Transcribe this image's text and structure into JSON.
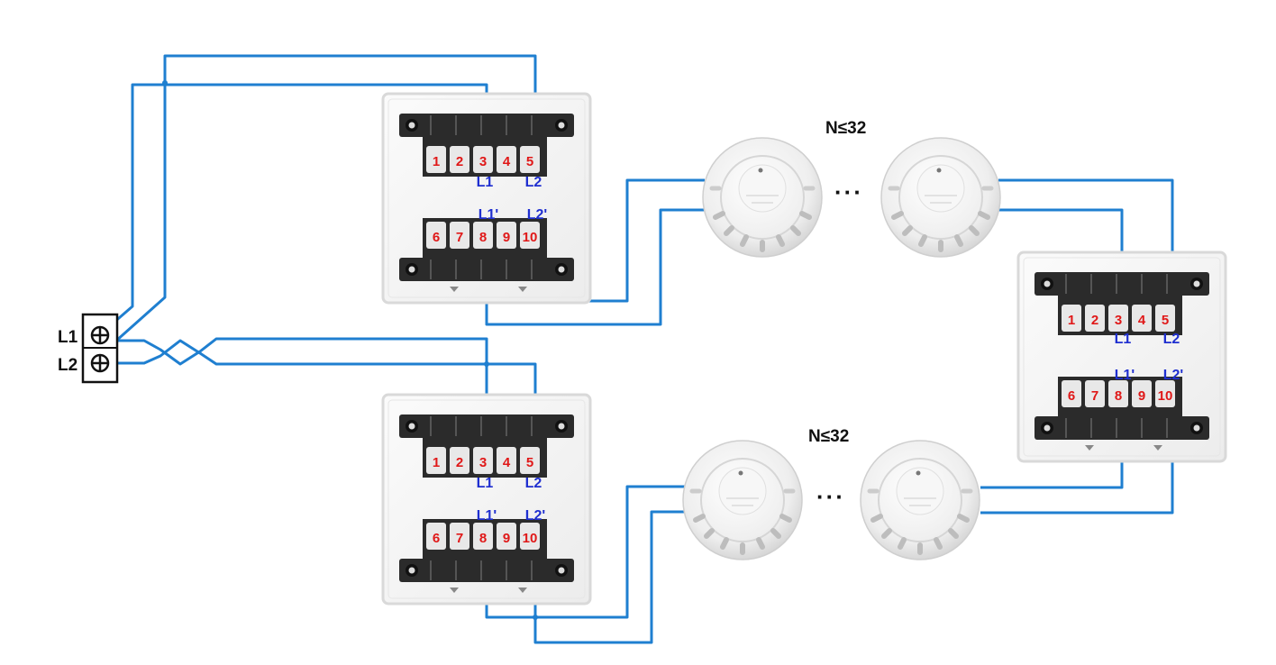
{
  "source": {
    "label_1": "L1",
    "label_2": "L2"
  },
  "modules": [
    {
      "top_terminals": [
        "1",
        "2",
        "3",
        "4",
        "5"
      ],
      "bottom_terminals": [
        "6",
        "7",
        "8",
        "9",
        "10"
      ],
      "top_labels": [
        "L1",
        "L2"
      ],
      "bottom_labels": [
        "L1'",
        "L2'"
      ]
    },
    {
      "top_terminals": [
        "1",
        "2",
        "3",
        "4",
        "5"
      ],
      "bottom_terminals": [
        "6",
        "7",
        "8",
        "9",
        "10"
      ],
      "top_labels": [
        "L1",
        "L2"
      ],
      "bottom_labels": [
        "L1'",
        "L2'"
      ]
    },
    {
      "top_terminals": [
        "1",
        "2",
        "3",
        "4",
        "5"
      ],
      "bottom_terminals": [
        "6",
        "7",
        "8",
        "9",
        "10"
      ],
      "top_labels": [
        "L1",
        "L2"
      ],
      "bottom_labels": [
        "L1'",
        "L2'"
      ]
    }
  ],
  "detector_groups": [
    {
      "count_label": "N≤32",
      "ellipsis": "···"
    },
    {
      "count_label": "N≤32",
      "ellipsis": "···"
    }
  ],
  "colors": {
    "wire": "#1f7fd0",
    "terminal_block": "#2b2b2b",
    "terminal_number": "#e01818",
    "label_blue": "#1f2fd0"
  }
}
